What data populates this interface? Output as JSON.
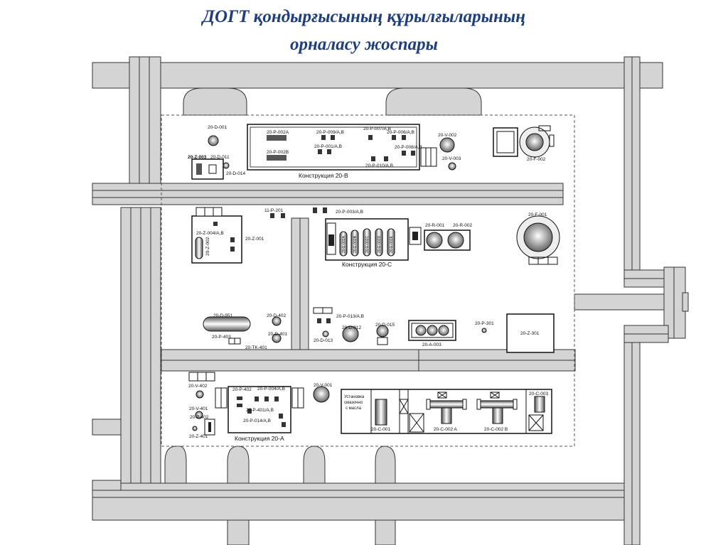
{
  "title": {
    "line1": "ДОГТ қондырғысының құрылғыларының",
    "line2": "орналасу жоспары"
  },
  "sections": {
    "b": "Конструкция 20-B",
    "c": "Конструкция 20-C",
    "a": "Конструкция 20-A"
  },
  "tags": {
    "d001": "20-D-001",
    "z003": "20-Z-003",
    "d011": "20-D-011",
    "d014": "20-D-014",
    "p002a": "20-P-002A",
    "p002b": "20-P-002B",
    "p009": "20-P-009/A,B",
    "p001": "20-P-001/A,B",
    "p007": "20-P-007/A,B",
    "p006": "20-P-006/A,B",
    "p008": "20-P-008/A,B",
    "p010": "20-P-010/A,B",
    "v002": "20-V-002",
    "v003": "20-V-003",
    "f002": "20-F-002",
    "p11_201": "11-P-201",
    "p003": "20-P-003/A,B",
    "z004": "20-Z-004/A,B",
    "z001": "20-Z-001",
    "z002": "20-Z-002",
    "e002a": "20-E-002A",
    "e002b": "20-E-002B",
    "e002c": "20-E-002C",
    "e002d": "20-E-002D",
    "e002e": "20-E-002E",
    "r001": "20-R-001",
    "r002": "20-R-002",
    "f001": "20-F-001",
    "d951": "20-D-951",
    "d402": "20-D-402",
    "p403": "20-P-403",
    "d401": "20-D-401",
    "tk401": "20-TK-401",
    "p013": "20-P-013/A,B",
    "d012": "20-D-012",
    "d015": "20-D-015",
    "d013": "20-D-013",
    "a003": "20-A-003",
    "p301": "20-P-301",
    "z301": "20-Z-301",
    "v402": "20-V-402",
    "v401": "20-V-401",
    "z402": "20-Z-402",
    "z401": "20-Z-401",
    "p402": "20-P-402",
    "p004": "20-P-004/A,B",
    "p401": "20-P-401/A,B",
    "p014": "20-P-014/A,B",
    "v001": "20-V-001",
    "inst1": "Установка",
    "inst2": "смазочно",
    "inst3": "с масла",
    "c001": "20-C-001",
    "c002a": "20-C-002 A",
    "c002b": "20-C-002 B",
    "c003": "20-C-003"
  }
}
